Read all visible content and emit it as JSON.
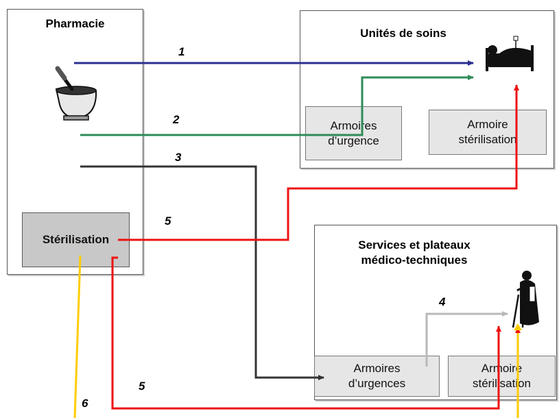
{
  "pharmacie": {
    "title": "Pharmacie",
    "sterilisation": "Stérilisation"
  },
  "unites": {
    "title": "Unités de soins",
    "cabinet_urgence": "Armoires\nd’urgence",
    "cabinet_sterilisation": "Armoire\nstérilisation"
  },
  "services": {
    "title": "Services et plateaux\nmédico-techniques",
    "cabinet_urgences": "Armoires\nd’urgences",
    "cabinet_sterilisation": "Armoire\nstérilisation"
  },
  "flows": [
    {
      "label": "1",
      "color": "#2b2f8f"
    },
    {
      "label": "2",
      "color": "#2e8b57"
    },
    {
      "label": "3",
      "color": "#333333"
    },
    {
      "label": "4",
      "color": "#b8b8b8"
    },
    {
      "label": "5",
      "color": "#ee1111"
    },
    {
      "label": "5",
      "color": "#ee1111"
    },
    {
      "label": "6",
      "color": "#ffcc00"
    }
  ],
  "icons": [
    "mortar-pestle-icon",
    "hospital-bed-icon",
    "patient-crutch-icon"
  ]
}
